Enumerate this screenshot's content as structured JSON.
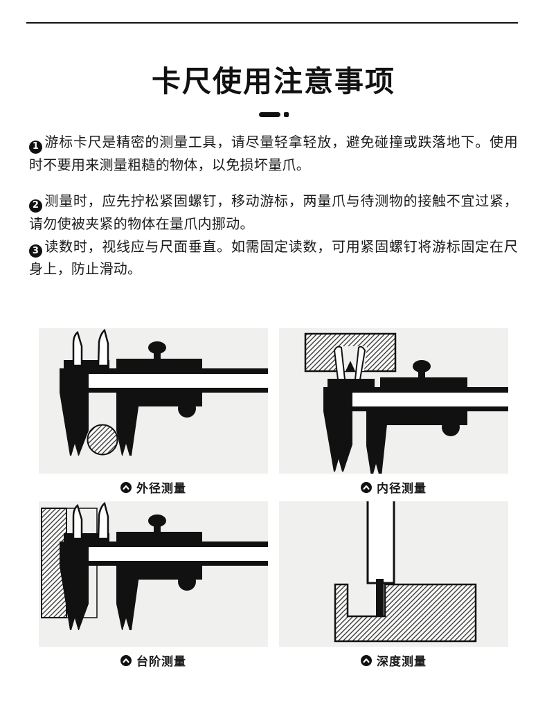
{
  "page": {
    "title": "卡尺使用注意事项"
  },
  "notes": [
    {
      "num": "1",
      "text": "游标卡尺是精密的测量工具，请尽量轻拿轻放，避免碰撞或跌落地下。使用时不要用来测量粗糙的物体，以免损坏量爪。"
    },
    {
      "num": "2",
      "text": "测量时，应先拧松紧固螺钉，移动游标，两量爪与待测物的接触不宜过紧，请勿使被夹紧的物体在量爪内挪动。"
    },
    {
      "num": "3",
      "text": "读数时，视线应与尺面垂直。如需固定读数，可用紧固螺钉将游标固定在尺身上，防止滑动。"
    }
  ],
  "figures": [
    {
      "caption": "外径测量"
    },
    {
      "caption": "内径测量"
    },
    {
      "caption": "台阶测量"
    },
    {
      "caption": "深度测量"
    }
  ],
  "colors": {
    "ink": "#111111",
    "panel_bg": "#f0f0ef",
    "page_bg": "#ffffff"
  }
}
